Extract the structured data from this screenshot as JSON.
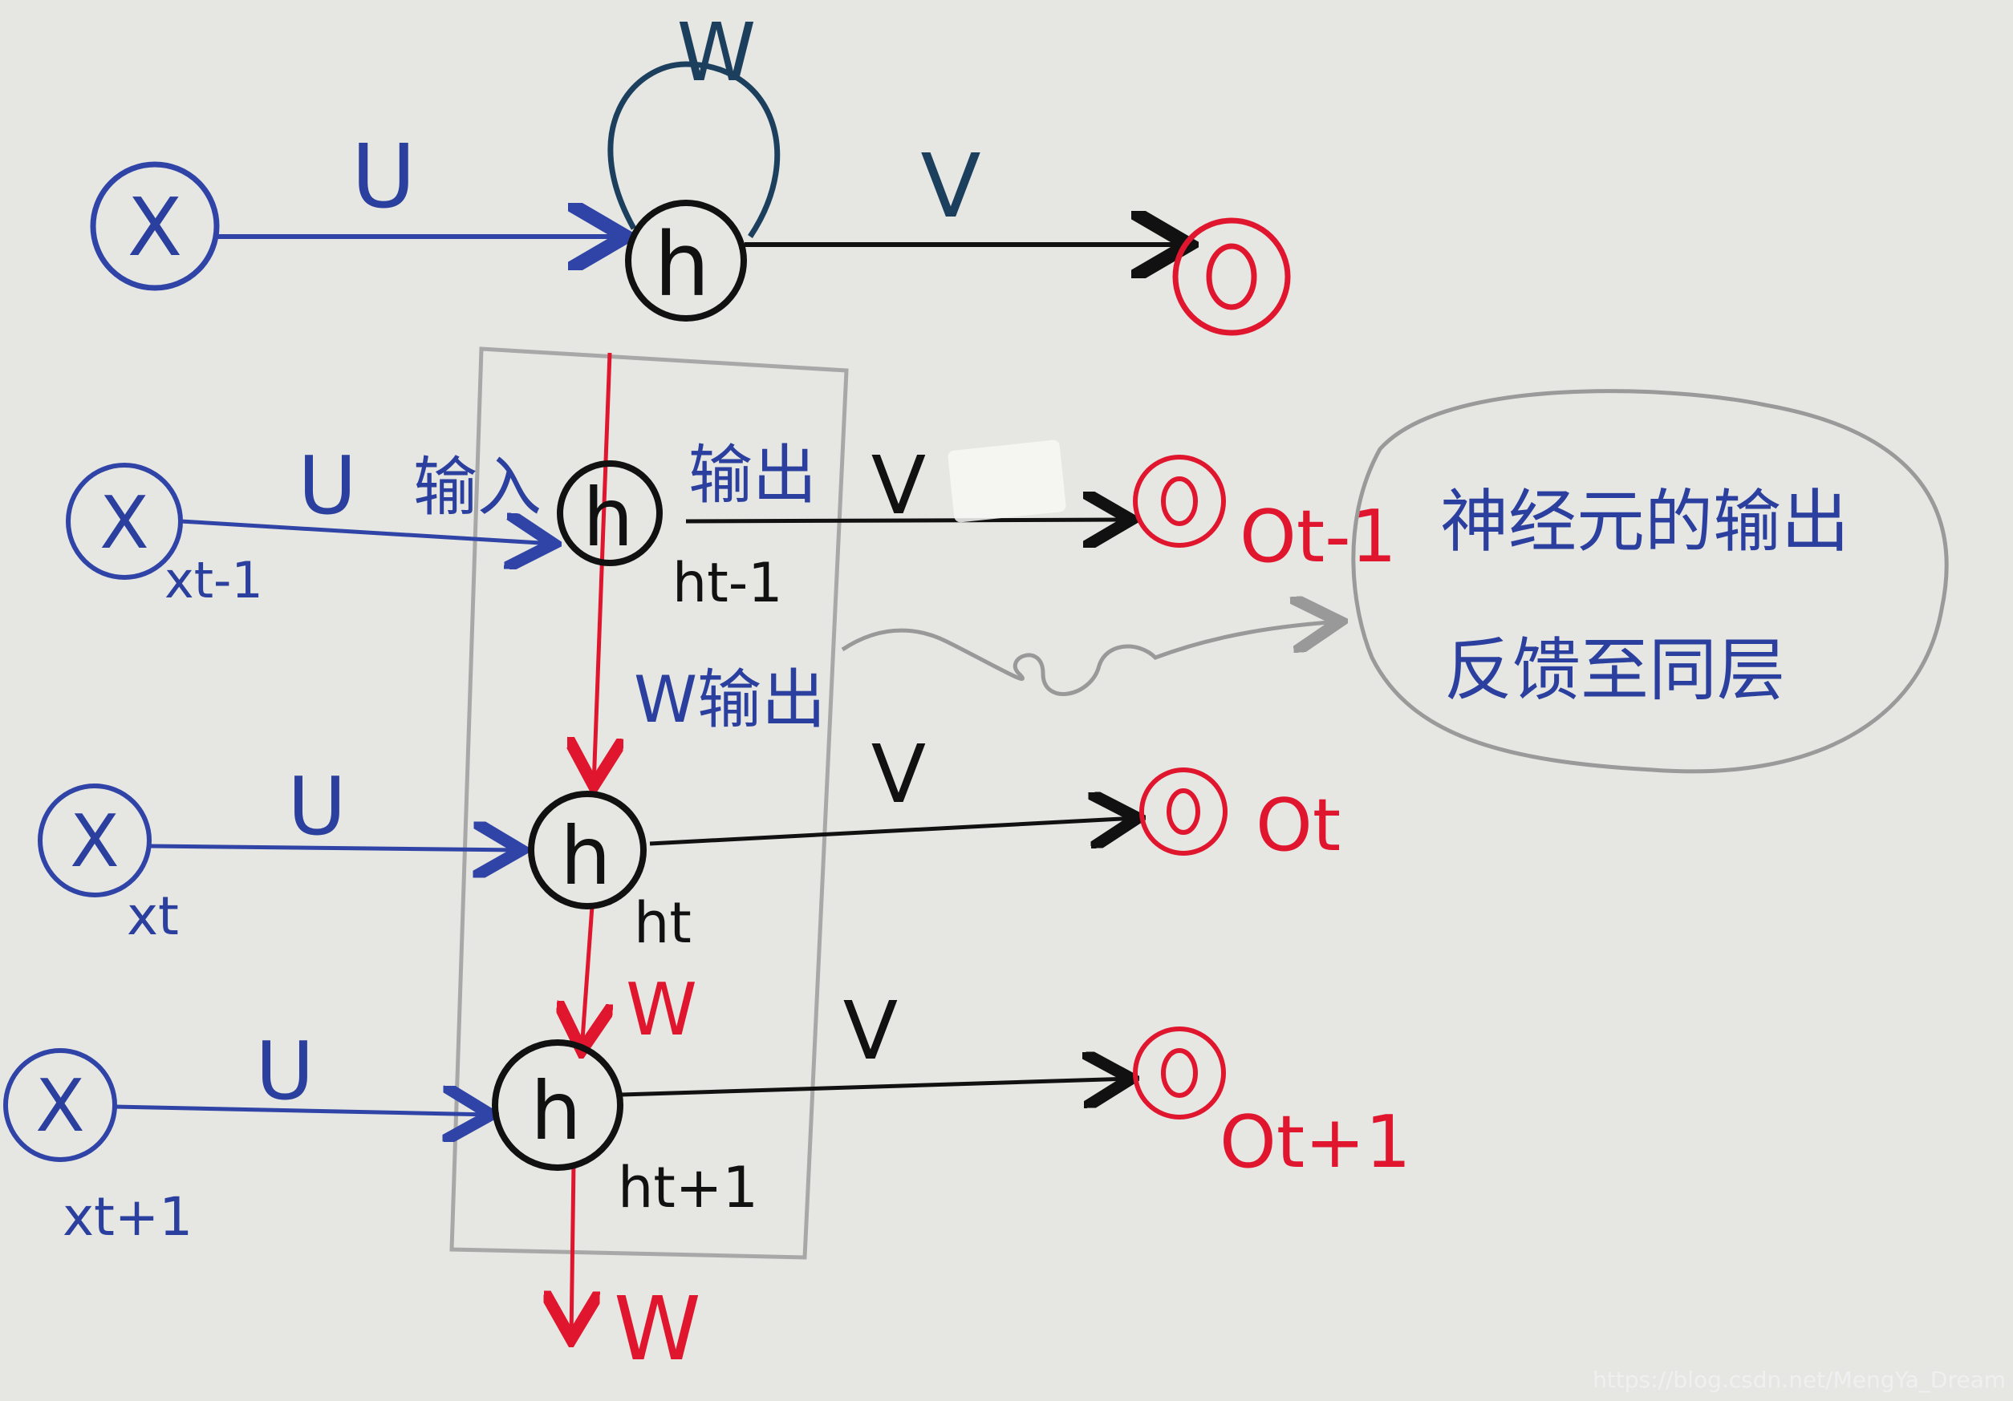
{
  "top_row": {
    "x": "X",
    "U": "U",
    "W": "W",
    "h": "h",
    "V": "V",
    "o": "O"
  },
  "rows": [
    {
      "x": "X",
      "x_sub": "xt-1",
      "U": "U",
      "input_label": "输入",
      "h": "h",
      "h_sub": "ht-1",
      "output_label": "输出",
      "V": "V",
      "o": "O",
      "o_label": "Ot-1"
    },
    {
      "x": "X",
      "x_sub": "xt",
      "U": "U",
      "h": "h",
      "h_sub": "ht",
      "V": "V",
      "o": "O",
      "o_label": "Ot"
    },
    {
      "x": "X",
      "x_sub": "xt+1",
      "U": "U",
      "h": "h",
      "h_sub": "ht+1",
      "V": "V",
      "o": "O",
      "o_label": "Ot+1"
    }
  ],
  "vertical": {
    "w_output": "W输出",
    "w_mid": "W",
    "w_bottom": "W"
  },
  "bubble": {
    "line1": "神经元的输出",
    "line2": "反馈至同层"
  },
  "watermark": "https://blog.csdn.net/MengYa_Dream",
  "colors": {
    "blue": "#2b3f9e",
    "red": "#e0162f",
    "black": "#111111",
    "gray": "#999999",
    "paper": "#e6e6e2"
  }
}
